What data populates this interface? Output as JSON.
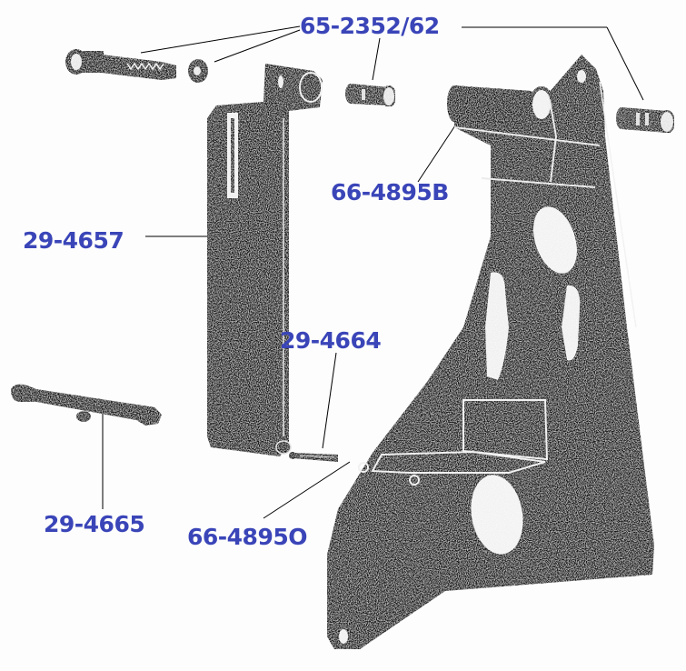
{
  "diagram": {
    "type": "exploded-parts-view",
    "label_color": "#3a45b8",
    "line_color": "#000000",
    "parts": [
      {
        "id": "p1",
        "label": "65-2352/62",
        "target": "bolt, washer and bushings"
      },
      {
        "id": "p2",
        "label": "66-4895B",
        "target": "upper pivot sleeve on plate"
      },
      {
        "id": "p3",
        "label": "29-4657",
        "target": "pedal arm lever"
      },
      {
        "id": "p4",
        "label": "29-4664",
        "target": "pin"
      },
      {
        "id": "p5",
        "label": "29-4665",
        "target": "spring link bar"
      },
      {
        "id": "p6",
        "label": "66-4895O",
        "target": "lower pivot on plate"
      }
    ]
  }
}
